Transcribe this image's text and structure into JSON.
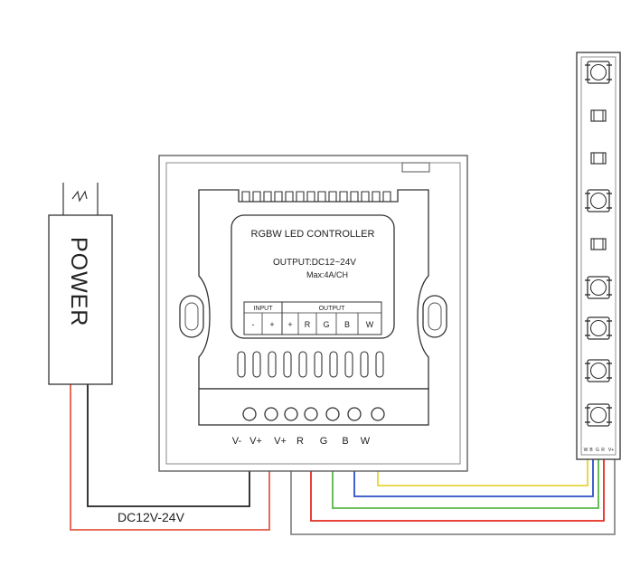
{
  "power_supply": {
    "label": "POWER",
    "voltage_label": "DC12V-24V"
  },
  "controller": {
    "title": "RGBW LED CONTROLLER",
    "output_spec": "OUTPUT:DC12~24V",
    "max_current": "Max:4A/CH",
    "input_header": "INPUT",
    "output_header": "OUTPUT",
    "panel_terminals": [
      "-",
      "+",
      "+",
      "R",
      "G",
      "B",
      "W"
    ],
    "wire_terminals": [
      "V-",
      "V+",
      "V+",
      "R",
      "G",
      "B",
      "W"
    ]
  },
  "led_strip": {
    "end_labels": [
      "W",
      "B",
      "G",
      "R",
      "V+"
    ]
  },
  "wire_colors": {
    "black": "#222222",
    "red_power": "#e85a45",
    "salmon_power": "#f0a08a",
    "red": "#e32b1f",
    "green": "#57b848",
    "blue": "#2d4fc8",
    "yellow": "#e4d53a",
    "gray": "#8a8a8a"
  }
}
